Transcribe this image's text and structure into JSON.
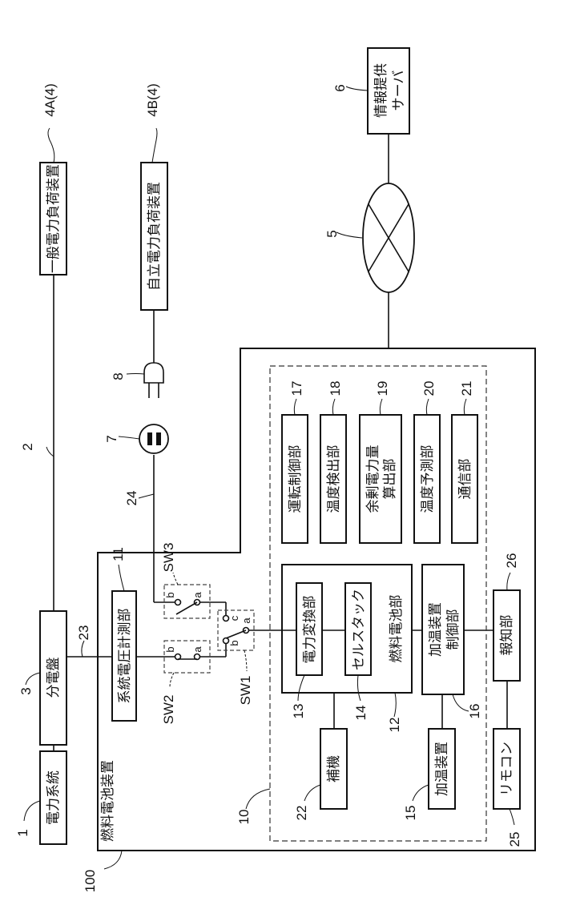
{
  "figure": {
    "orientation": "rotated-90-ccw",
    "blocks": {
      "power_grid": {
        "label": "電力系統",
        "ref": "1"
      },
      "general_load": {
        "label": "一般電力負荷装置",
        "ref": "4A(4)"
      },
      "distribution_board": {
        "label": "分電盤",
        "ref": "3"
      },
      "line_2": {
        "ref": "2"
      },
      "line_23": {
        "ref": "23"
      },
      "independent_load": {
        "label": "自立電力負荷装置",
        "ref": "4B(4)"
      },
      "plug": {
        "ref": "8"
      },
      "outlet": {
        "ref": "7"
      },
      "line_24": {
        "ref": "24"
      },
      "network": {
        "ref": "5"
      },
      "info_server": {
        "label_line1": "情報提供",
        "label_line2": "サーバ",
        "ref": "6"
      },
      "fuel_cell_device": {
        "label": "燃料電池装置",
        "ref": "100"
      },
      "grid_voltage_meter": {
        "label": "系統電圧計測部",
        "ref": "11"
      },
      "control_unit": {
        "ref": "10"
      },
      "fuel_cell_unit": {
        "label": "燃料電池部",
        "ref": "12"
      },
      "power_converter": {
        "label": "電力変換部",
        "ref": "13"
      },
      "cell_stack": {
        "label": "セルスタック",
        "ref": "14"
      },
      "auxiliary": {
        "label": "補機",
        "ref": "22"
      },
      "heating_control": {
        "label_line1": "加温装置",
        "label_line2": "制御部",
        "ref": "16"
      },
      "heating_device": {
        "label": "加温装置",
        "ref": "15"
      },
      "notification": {
        "label": "報知部",
        "ref": "26"
      },
      "remote": {
        "label": "リモコン",
        "ref": "25"
      },
      "operation_control": {
        "label": "運転制御部",
        "ref": "17"
      },
      "temp_detection": {
        "label": "温度検出部",
        "ref": "18"
      },
      "surplus_power": {
        "label_line1": "余剰電力量",
        "label_line2": "算出部",
        "ref": "19"
      },
      "temp_prediction": {
        "label": "温度予測部",
        "ref": "20"
      },
      "communication": {
        "label": "通信部",
        "ref": "21"
      }
    },
    "switches": {
      "sw1": {
        "name": "SW1",
        "terminals": [
          "a",
          "b",
          "c"
        ]
      },
      "sw2": {
        "name": "SW2",
        "terminals": [
          "a",
          "b"
        ]
      },
      "sw3": {
        "name": "SW3",
        "terminals": [
          "a",
          "b"
        ]
      }
    }
  }
}
